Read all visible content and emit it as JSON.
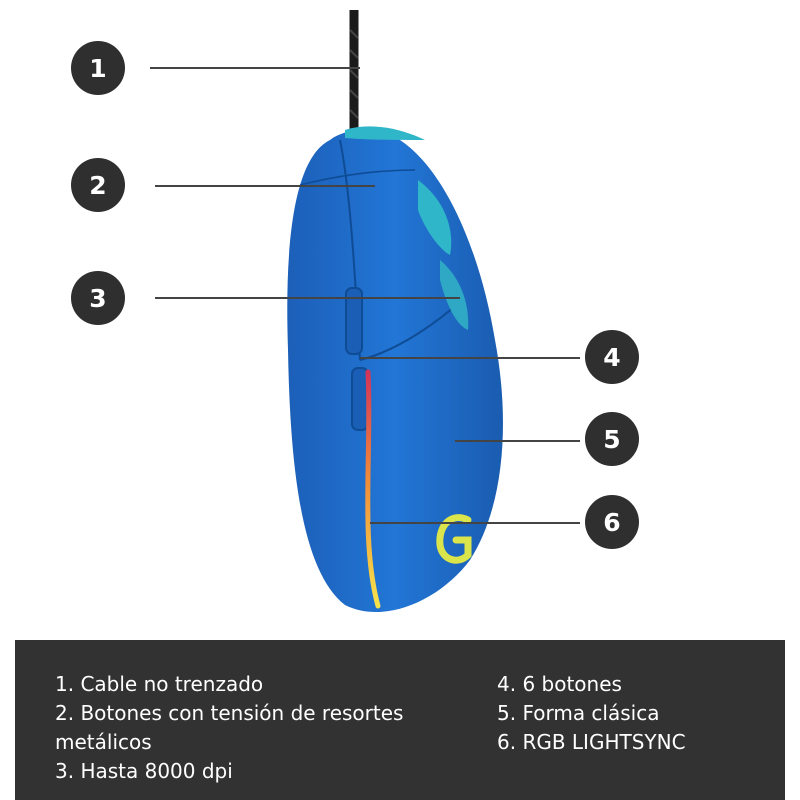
{
  "callouts": [
    {
      "number": "1"
    },
    {
      "number": "2"
    },
    {
      "number": "3"
    },
    {
      "number": "4"
    },
    {
      "number": "5"
    },
    {
      "number": "6"
    }
  ],
  "features": {
    "left": [
      "1. Cable no trenzado",
      "2. Botones con tensión de resortes",
      "metálicos",
      "3. Hasta 8000 dpi"
    ],
    "right": [
      "4. 6 botones",
      "5. Forma clásica",
      "6. RGB LIGHTSYNC"
    ]
  },
  "colors": {
    "mouse_body": "#1e6bc8",
    "accent_teal": "#2fb6c9",
    "callout_bg": "#2f2f30",
    "caption_bg": "#323232"
  }
}
